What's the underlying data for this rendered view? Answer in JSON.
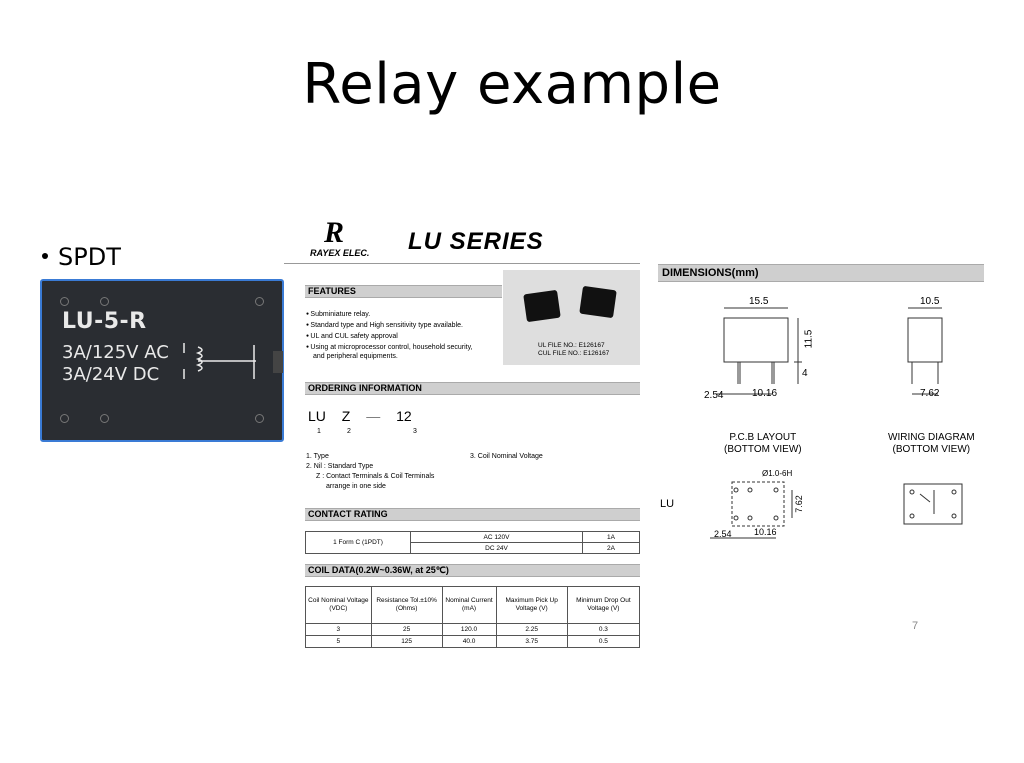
{
  "slide": {
    "title": "Relay example",
    "bullet": "SPDT",
    "page_number": "7"
  },
  "relay": {
    "model": "LU-5-R",
    "rating1": "3A/125V AC",
    "rating2": "3A/24V  DC"
  },
  "datasheet": {
    "brand_logo": "R",
    "brand_name": "RAYEX ELEC.",
    "series": "LU  SERIES",
    "features": {
      "header": "FEATURES",
      "items": [
        "Subminiature relay.",
        "Standard type and High sensitivity type available.",
        "UL and CUL safety approval",
        "Using at microprocessor control, household security,",
        "and peripheral equipments."
      ]
    },
    "ul_file": "UL FILE NO.: E126167",
    "cul_file": "CUL FILE NO.: E126167",
    "ordering": {
      "header": "ORDERING  INFORMATION",
      "code": [
        "LU",
        "Z",
        "—",
        "12"
      ],
      "code_nums": [
        "1",
        "2",
        "3"
      ],
      "notes": [
        "1. Type",
        "2. Nil : Standard Type",
        "Z : Contact Terminals & Coil  Terminals",
        "arrange in one side"
      ],
      "note3": "3. Coil Nominal Voltage"
    },
    "contact_rating": {
      "header": "CONTACT RATING",
      "form": "1 Form C (1PDT)",
      "rows": [
        [
          "AC 120V",
          "1A"
        ],
        [
          "DC 24V",
          "2A"
        ]
      ]
    },
    "coil_data": {
      "header": "COIL DATA(0.2W~0.36W, at 25℃)",
      "columns": [
        "Coil Nominal Voltage (VDC)",
        "Resistance Tol.±10% (Ohms)",
        "Nominal Current (mA)",
        "Maximum Pick Up Voltage (V)",
        "Minimum Drop Out Voltage (V)"
      ],
      "rows": [
        [
          "3",
          "25",
          "120.0",
          "2.25",
          "0.3"
        ],
        [
          "5",
          "125",
          "40.0",
          "3.75",
          "0.5"
        ]
      ]
    },
    "dimensions": {
      "header": "DIMENSIONS(mm)",
      "front": [
        "15.5",
        "11.5",
        "4",
        "2.54",
        "10.16"
      ],
      "side": [
        "10.5",
        "7.62"
      ],
      "pcb_title": "P.C.B LAYOUT\n(BOTTOM VIEW)",
      "pcb": [
        "Ø1.0-6H",
        "7.62",
        "2.54",
        "10.16"
      ],
      "wiring_title": "WIRING DIAGRAM\n(BOTTOM VIEW)",
      "lu_label": "LU"
    }
  }
}
